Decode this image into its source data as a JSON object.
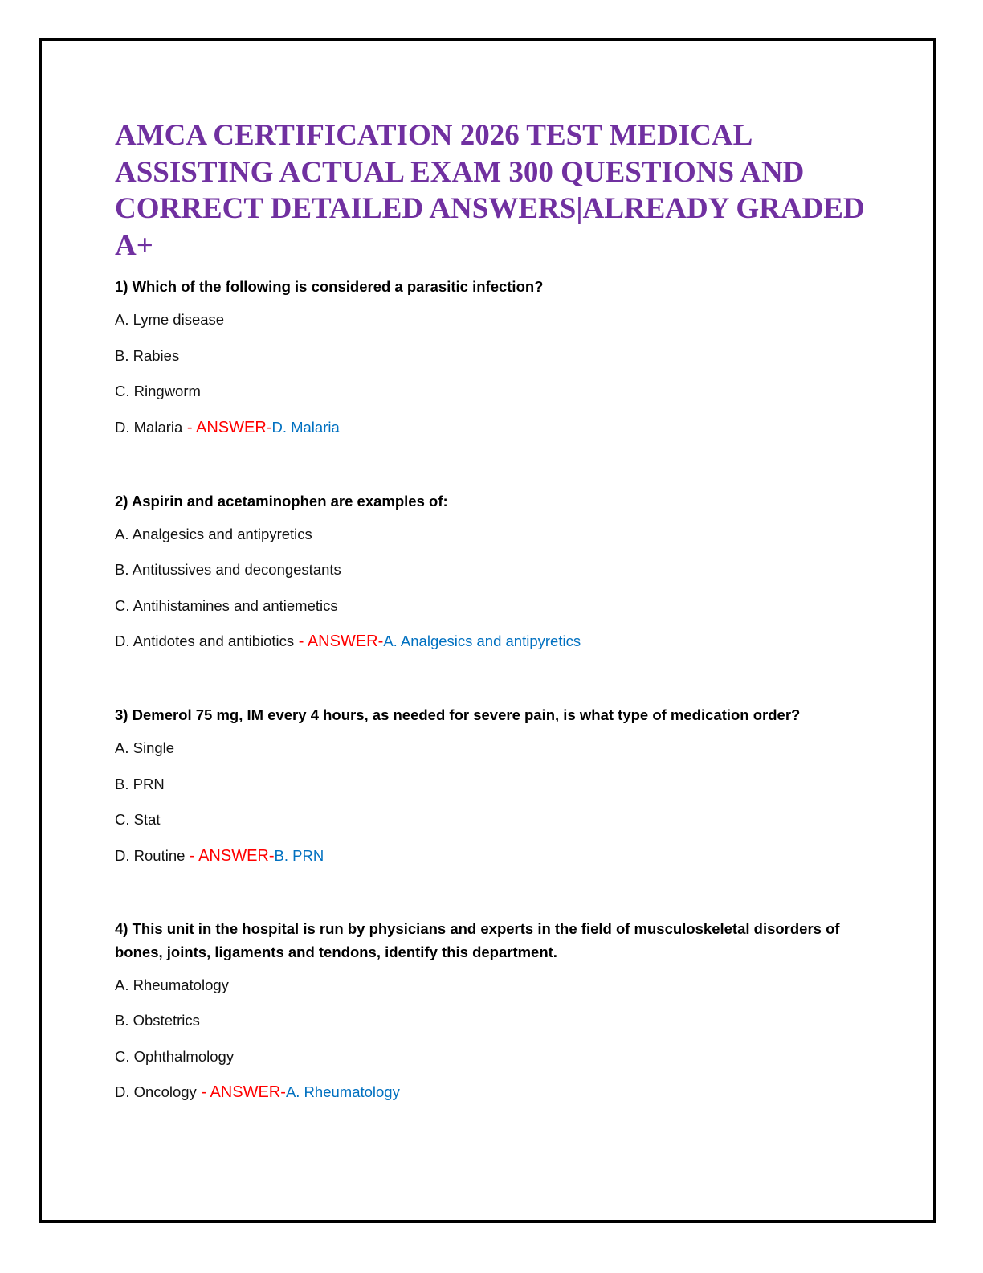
{
  "document": {
    "title": "AMCA CERTIFICATION 2026 TEST MEDICAL ASSISTING ACTUAL EXAM 300 QUESTIONS AND CORRECT DETAILED ANSWERS|ALREADY GRADED A+"
  },
  "answer_prefix": " - ",
  "answer_label": "ANSWER",
  "answer_suffix": "-",
  "questions": [
    {
      "question": "1) Which of the following is considered a parasitic infection?",
      "options": [
        "A. Lyme disease",
        "B. Rabies",
        "C. Ringworm",
        "D. Malaria"
      ],
      "answer": "D. Malaria"
    },
    {
      "question": "2) Aspirin and acetaminophen are examples of:",
      "options": [
        "A. Analgesics and antipyretics",
        "B. Antitussives and decongestants",
        "C. Antihistamines and antiemetics",
        "D. Antidotes and antibiotics"
      ],
      "answer": "A. Analgesics and antipyretics"
    },
    {
      "question": "3) Demerol 75 mg, IM every 4 hours, as needed for severe pain, is what type of medication order?",
      "options": [
        "A. Single",
        "B. PRN",
        "C. Stat",
        "D. Routine"
      ],
      "answer": "B. PRN"
    },
    {
      "question": "4) This unit in the hospital is run by physicians and experts in the field of musculoskeletal disorders of bones, joints, ligaments and tendons, identify this department.",
      "options": [
        "A. Rheumatology",
        "B. Obstetrics",
        "C. Ophthalmology",
        "D. Oncology"
      ],
      "answer": "A. Rheumatology"
    }
  ]
}
